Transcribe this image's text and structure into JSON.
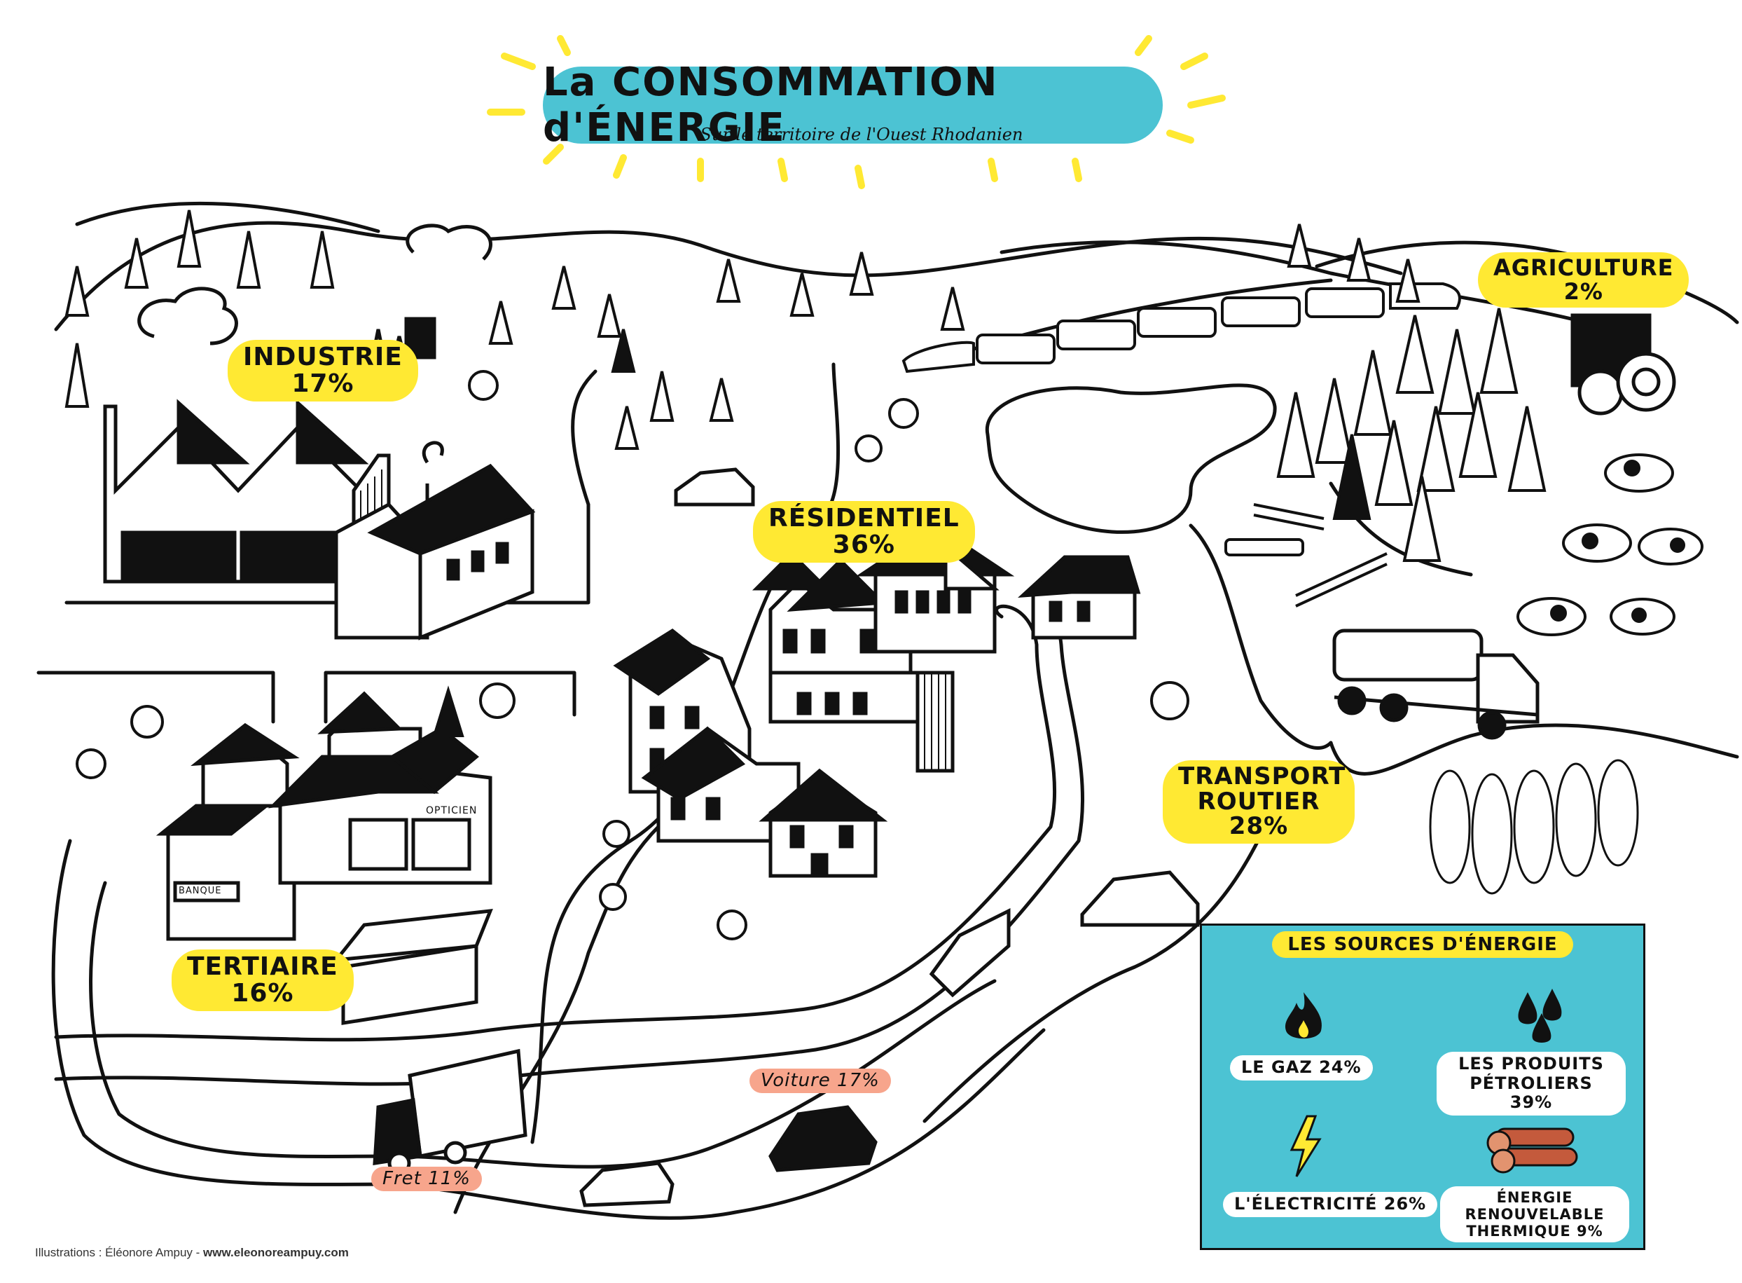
{
  "title": "La CONSOMMATION d'ÉNERGIE",
  "subtitle": "Sur le territoire de l'Ouest Rhodanien",
  "sectors": {
    "industrie": {
      "label": "INDUSTRIE",
      "value": "17%"
    },
    "residentiel": {
      "label": "RÉSIDENTIEL",
      "value": "36%"
    },
    "agriculture": {
      "label": "AGRICULTURE",
      "value": "2%"
    },
    "tertiaire": {
      "label": "TERTIAIRE",
      "value": "16%"
    },
    "transport": {
      "label": "TRANSPORT ROUTIER",
      "value": "28%"
    },
    "voiture": {
      "label": "Voiture",
      "value": "17%"
    },
    "fret": {
      "label": "Fret",
      "value": "11%"
    }
  },
  "shop_signs": {
    "opticien": "OPTICIEN",
    "banque": "BANQUE"
  },
  "sources": {
    "title": "LES SOURCES D'ÉNERGIE",
    "gaz": "LE GAZ 24%",
    "petrole": "LES PRODUITS PÉTROLIERS 39%",
    "electricite": "L'ÉLECTRICITÉ 26%",
    "renouvelable": "ÉNERGIE RENOUVELABLE THERMIQUE 9%"
  },
  "credit": {
    "prefix": "Illustrations : Éléonore Ampuy - ",
    "site": "www.eleonoreampuy.com"
  },
  "colors": {
    "yellow": "#ffe933",
    "teal": "#4cc3d3",
    "salmon": "#f7a58c",
    "ink": "#111111"
  }
}
